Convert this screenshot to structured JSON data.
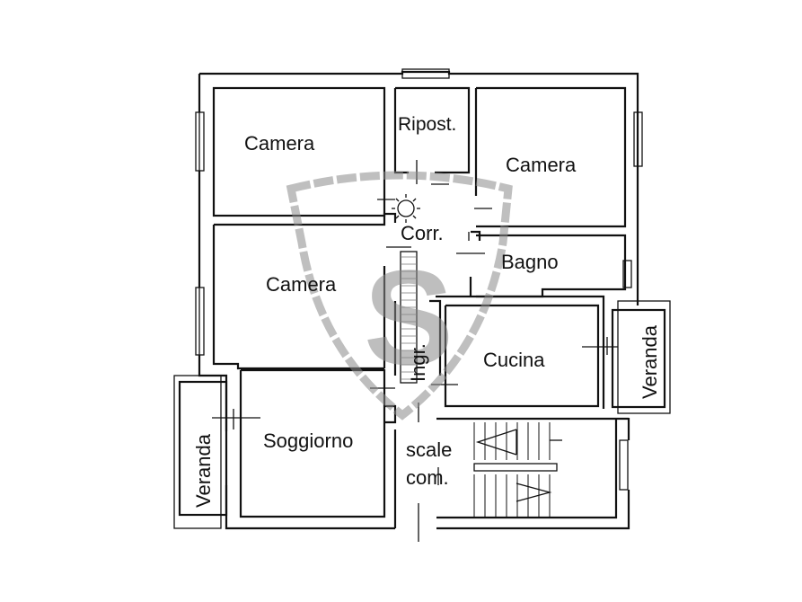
{
  "rooms": {
    "camera_1": "Camera",
    "ripostiglio": "Ripost.",
    "camera_2": "Camera",
    "corridoio": "Corr.",
    "bagno": "Bagno",
    "camera_3": "Camera",
    "ingresso": "Ingr.",
    "cucina": "Cucina",
    "veranda_right": "Veranda",
    "veranda_left": "Veranda",
    "soggiorno": "Soggiorno",
    "scale_line1": "scale",
    "scale_line2": "com."
  },
  "watermark": {
    "letter": "S",
    "color": "#8a8a8a",
    "icon": "shield-logo-icon"
  }
}
